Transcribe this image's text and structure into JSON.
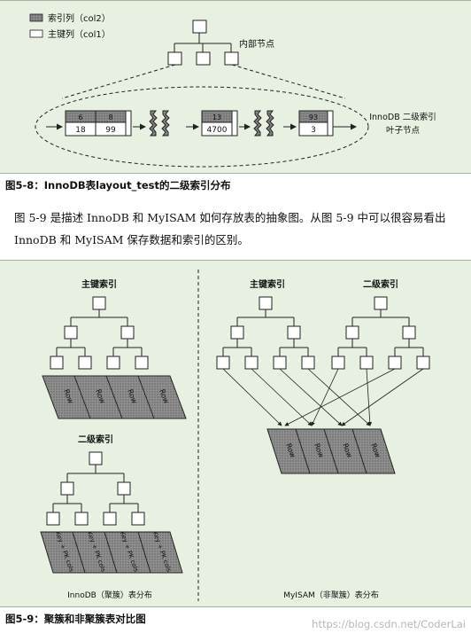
{
  "figure_5_8": {
    "legend": {
      "secondary": "索引列（col2）",
      "primary": "主键列（col1）"
    },
    "internal_nodes_label": "内部节点",
    "leaf_label_line1": "InnoDB 二级索引",
    "leaf_label_line2": "叶子节点",
    "leaves": [
      {
        "top": [
          "6",
          "8"
        ],
        "bottom": [
          "18",
          "99"
        ]
      },
      {
        "top": [
          "13"
        ],
        "bottom": [
          "4700"
        ]
      },
      {
        "top": [
          "93"
        ],
        "bottom": [
          "3"
        ]
      }
    ],
    "caption": "图5-8：InnoDB表layout_test的二级索引分布"
  },
  "body_paragraph": "图 5-9 是描述 InnoDB 和 MyISAM 如何存放表的抽象图。从图 5-9 中可以很容易看出 InnoDB 和 MyISAM 保存数据和索引的区别。",
  "figure_5_9": {
    "innodb": {
      "primary_title": "主键索引",
      "secondary_title": "二级索引",
      "row_label": "Row",
      "key_label": "Key + PK cols",
      "footer": "InnoDB（聚簇）表分布"
    },
    "myisam": {
      "primary_title": "主键索引",
      "secondary_title": "二级索引",
      "row_label": "Row",
      "footer": "MyISAM（非聚簇）表分布"
    },
    "caption": "图5-9：聚簇和非聚簇表对比图"
  },
  "watermark": "https://blog.csdn.net/CoderLai"
}
